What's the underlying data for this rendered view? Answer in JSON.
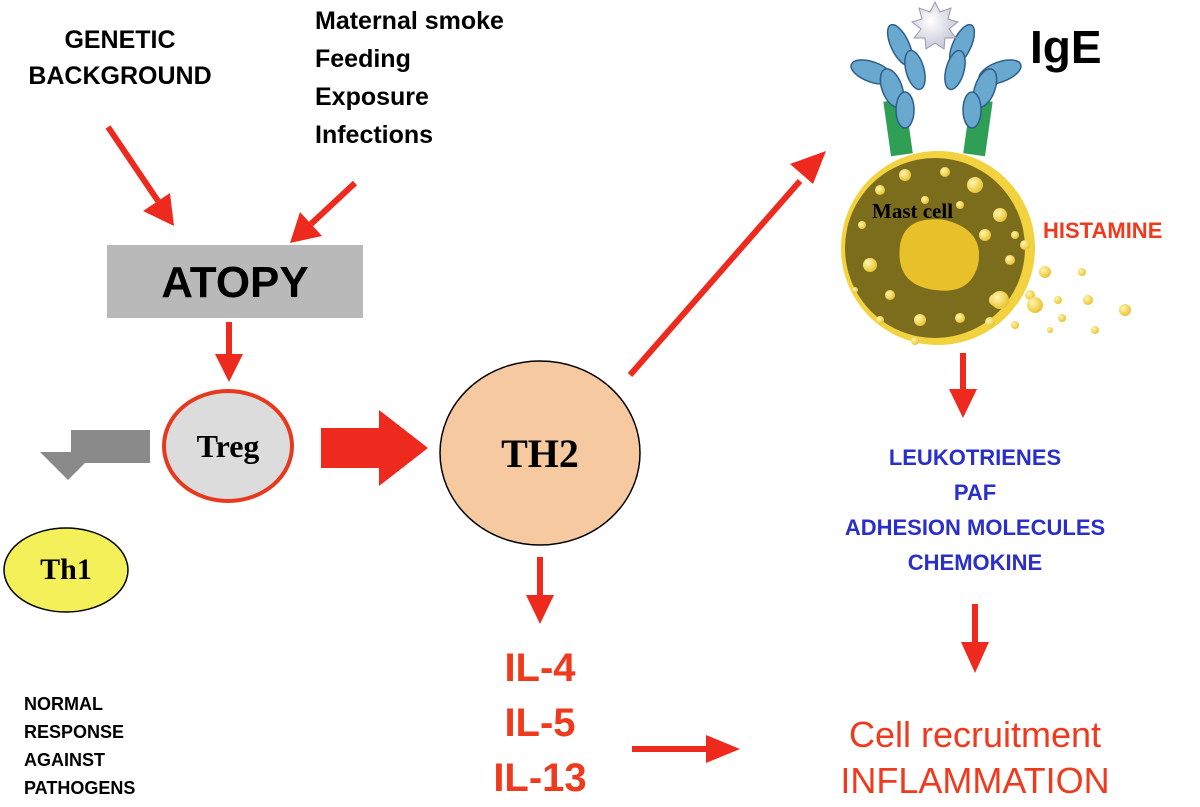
{
  "colors": {
    "arrow_red": "#ee2a1e",
    "text_red": "#ef3a1e",
    "text_blue": "#2a2fc9",
    "atopy_box": "#b9b9b9",
    "treg_fill": "#dcdcdc",
    "treg_border": "#e8391d",
    "th2_fill": "#f6c9a0",
    "th1_fill": "#f4f05a",
    "mast_cell_fill": "#7c6d1d",
    "granule": "#f2d23e",
    "receptor": "#2f9f55",
    "antibody": "#6aa9cf",
    "grey_arrow": "#8a8a8a"
  },
  "nodes": {
    "genetic_background": [
      "GENETIC",
      "BACKGROUND"
    ],
    "environmental_factors": [
      "Maternal smoke",
      "Feeding",
      "Exposure",
      "Infections"
    ],
    "atopy": "ATOPY",
    "treg": "Treg",
    "th2": "TH2",
    "th1": "Th1",
    "normal_response": [
      "NORMAL",
      "RESPONSE",
      "AGAINST",
      "PATHOGENS"
    ],
    "interleukins": [
      "IL-4",
      "IL-5",
      "IL-13"
    ],
    "ige": "IgE",
    "mast_cell": "Mast cell",
    "histamine": "HISTAMINE",
    "mediators": [
      "LEUKOTRIENES",
      "PAF",
      "ADHESION MOLECULES",
      "CHEMOKINE"
    ],
    "outcome": [
      "Cell recruitment",
      "INFLAMMATION"
    ]
  }
}
